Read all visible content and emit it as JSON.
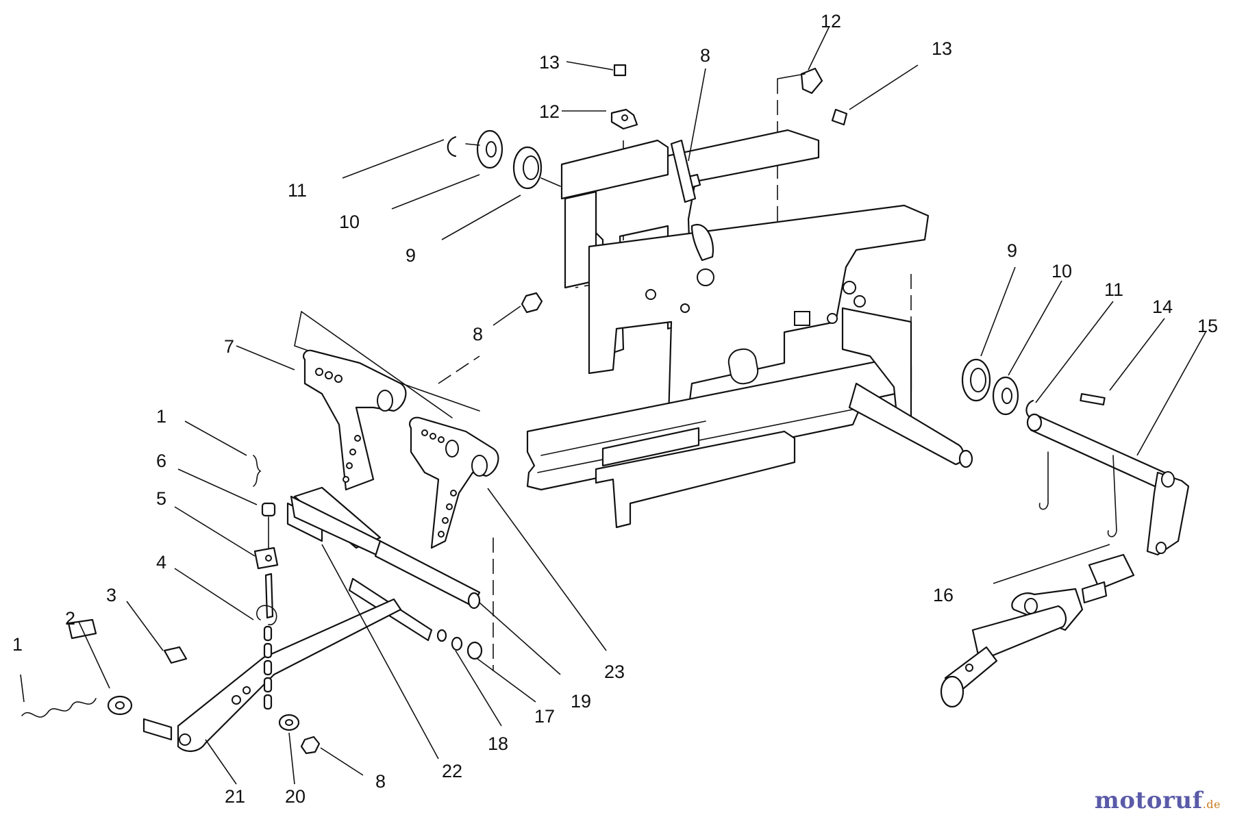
{
  "diagram": {
    "callouts": [
      "12",
      "13",
      "8",
      "13",
      "12",
      "11",
      "10",
      "9",
      "8",
      "7",
      "1",
      "6",
      "5",
      "4",
      "3",
      "2",
      "1",
      "21",
      "20",
      "8",
      "22",
      "18",
      "17",
      "19",
      "23",
      "9",
      "10",
      "11",
      "14",
      "15",
      "16"
    ]
  },
  "watermark": {
    "main": "motoruf",
    "tld": ".de"
  }
}
